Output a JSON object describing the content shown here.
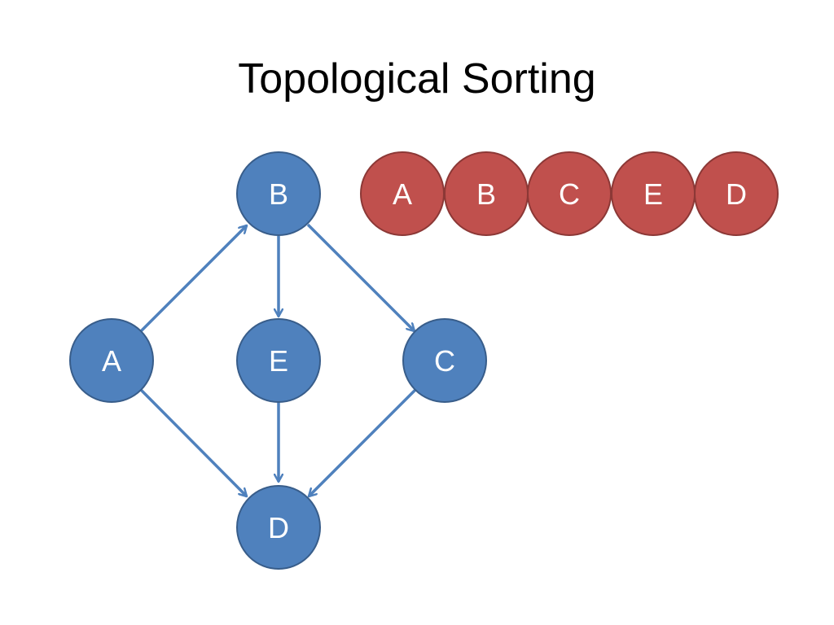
{
  "slide": {
    "title": "Topological Sorting"
  },
  "colors": {
    "graph_node_fill": "#4f81bd",
    "graph_node_stroke": "#385d8a",
    "edge": "#4f81bd",
    "order_node_fill": "#c0504d",
    "order_node_stroke": "#8c3836",
    "label": "#ffffff"
  },
  "graph": {
    "nodes": [
      {
        "id": "B",
        "label": "B"
      },
      {
        "id": "A",
        "label": "A"
      },
      {
        "id": "E",
        "label": "E"
      },
      {
        "id": "C",
        "label": "C"
      },
      {
        "id": "D",
        "label": "D"
      }
    ],
    "edges": [
      {
        "from": "A",
        "to": "B"
      },
      {
        "from": "B",
        "to": "E"
      },
      {
        "from": "B",
        "to": "C"
      },
      {
        "from": "A",
        "to": "D"
      },
      {
        "from": "E",
        "to": "D"
      },
      {
        "from": "C",
        "to": "D"
      }
    ]
  },
  "sorted_order": [
    "A",
    "B",
    "C",
    "E",
    "D"
  ]
}
